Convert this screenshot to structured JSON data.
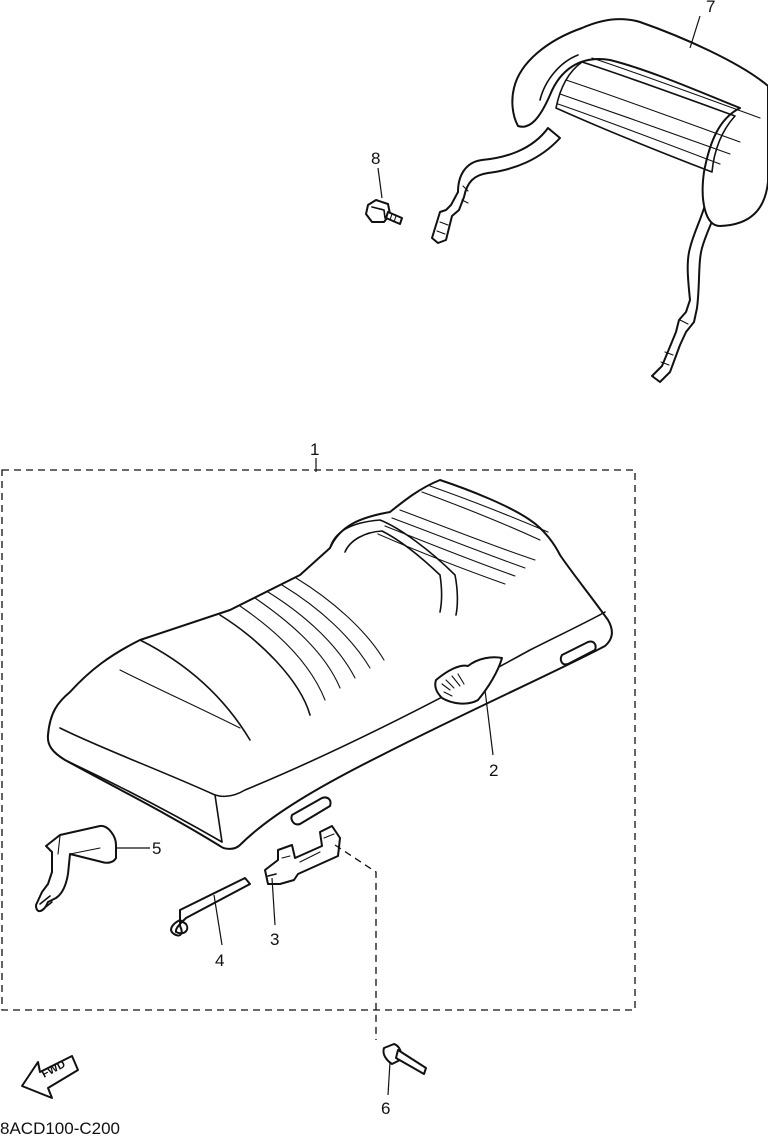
{
  "callouts": [
    {
      "id": "1",
      "part": "seat-assembly"
    },
    {
      "id": "2",
      "part": "seat-tear-patch"
    },
    {
      "id": "3",
      "part": "seat-lock-bracket"
    },
    {
      "id": "4",
      "part": "seat-lock-rod"
    },
    {
      "id": "5",
      "part": "seat-hook-stay"
    },
    {
      "id": "6",
      "part": "rivet"
    },
    {
      "id": "7",
      "part": "backrest"
    },
    {
      "id": "8",
      "part": "bolt"
    }
  ],
  "drawing_code": "8ACD100-C200",
  "fwd_label": "FWD",
  "colors": {
    "line": "#111111",
    "background": "#ffffff"
  }
}
